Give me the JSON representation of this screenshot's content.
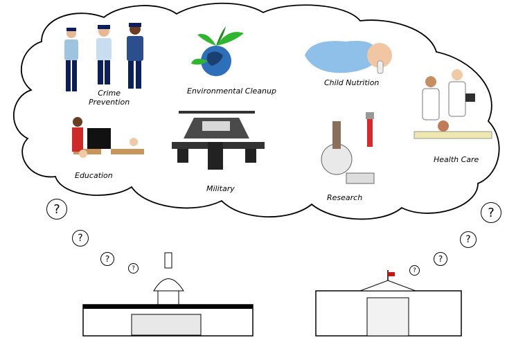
{
  "labels": {
    "crime_prevention_line1": "Crime",
    "crime_prevention_line2": "Prevention",
    "environmental_cleanup": "Environmental Cleanup",
    "child_nutrition": "Child Nutrition",
    "education": "Education",
    "military": "Military",
    "research": "Research",
    "health_care": "Health Care"
  },
  "question_mark": "?"
}
